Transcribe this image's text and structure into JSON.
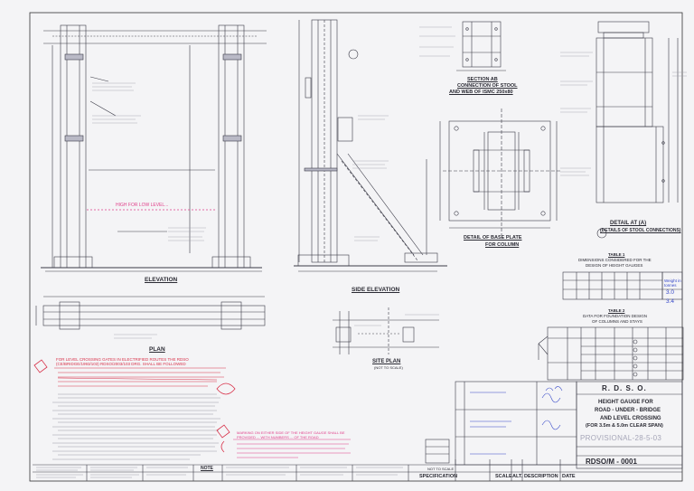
{
  "drawing": {
    "views": {
      "elevation": "ELEVATION",
      "side_elevation": "SIDE ELEVATION",
      "plan": "PLAN",
      "site_plan": "SITE PLAN",
      "site_plan_scale": "(NOT TO SCALE)",
      "section_line1": "SECTION AB",
      "section_line2": "CONNECTION OF STOOL",
      "section_line3": "AND WEB OF ISMC 250x80",
      "base_plate_line1": "DETAIL OF BASE PLATE",
      "base_plate_line2": "FOR COLUMN",
      "detail_a_line1": "DETAIL AT (A)",
      "detail_a_line2": "(DETAILS OF STOOL CONNECTIONS)"
    },
    "elevation_callout": "HIGH FOR LOW LEVEL...",
    "notes_heading": "NOTE"
  },
  "table1": {
    "title_line1": "TABLE 1",
    "title_line2": "DIMENSIONS CONSIDERED FOR THE",
    "title_line3": "DESIGN OF HEIGHT GAUGES",
    "weight_label": "Weight in tonnes",
    "weights": [
      "3.0",
      "3.4"
    ]
  },
  "table2": {
    "title_line1": "TABLE 2",
    "title_line2": "DATA FOR FOUNDATION DESIGN",
    "title_line3": "OF COLUMNS AND STAYS"
  },
  "title_block": {
    "org": "R. D. S. O.",
    "title_line1": "HEIGHT GAUGE FOR",
    "title_line2": "ROAD - UNDER - BRIDGE",
    "title_line3": "AND LEVEL CROSSING",
    "title_line4": "(FOR 3.5m & 5.0m CLEAR SPAN)",
    "stamp": "PROVISIONAL-28-5-03",
    "drawing_no": "RDSO/M - 0001",
    "not_to_scale": "NOT TO SCALE",
    "labels": {
      "specification": "SPECIFICATION",
      "scale": "SCALE",
      "alt": "ALT.",
      "description": "DESCRIPTION",
      "date": "DATE"
    }
  },
  "annotations": {
    "red_note": "FOR LEVEL CROSSING GATES IN ELECTRIFIED ROUTES THE RDSO (CE/BRIDGE/1993/103) RDSO/2003/103 DRG. SHALL BE FOLLOWED",
    "magenta_note": "MARKING ON EITHER SIDE OF THE HEIGHT GAUGE SHALL BE PROVIDED ... WITH NUMBERS ... OF THE ROAD"
  }
}
